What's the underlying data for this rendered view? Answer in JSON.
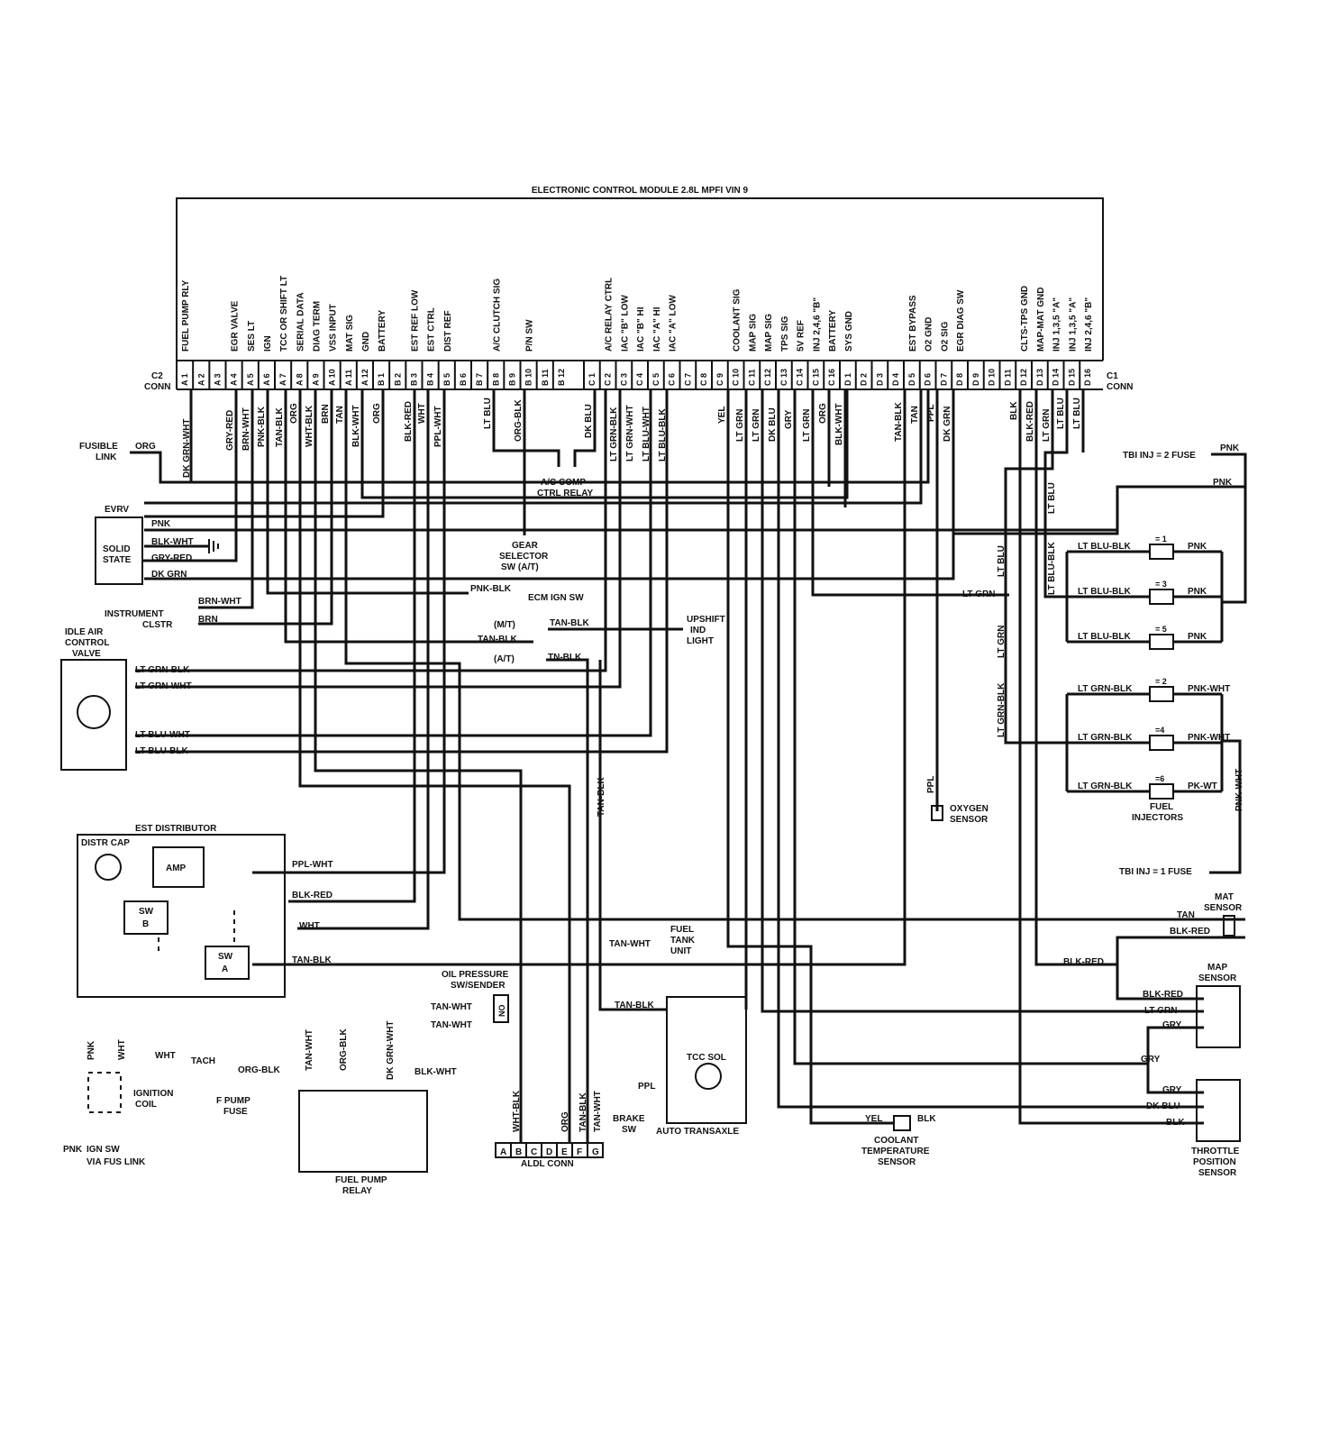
{
  "ecm": {
    "title": "ELECTRONIC CONTROL MODULE 2.8L MPFI VIN 9",
    "c2_label": [
      "C2",
      "CONN"
    ],
    "c1_label": [
      "C1",
      "CONN"
    ],
    "c2_pins": [
      {
        "pin": "A 1",
        "func": "FUEL PUMP RLY"
      },
      {
        "pin": "A 2",
        "func": ""
      },
      {
        "pin": "A 3",
        "func": ""
      },
      {
        "pin": "A 4",
        "func": "EGR VALVE"
      },
      {
        "pin": "A 5",
        "func": "SES LT"
      },
      {
        "pin": "A 6",
        "func": "IGN"
      },
      {
        "pin": "A 7",
        "func": "TCC OR SHIFT LT"
      },
      {
        "pin": "A 8",
        "func": "SERIAL DATA"
      },
      {
        "pin": "A 9",
        "func": "DIAG TERM"
      },
      {
        "pin": "A 10",
        "func": "VSS INPUT"
      },
      {
        "pin": "A 11",
        "func": "MAT SIG"
      },
      {
        "pin": "A 12",
        "func": "GND"
      },
      {
        "pin": "B 1",
        "func": "BATTERY"
      },
      {
        "pin": "B 2",
        "func": ""
      },
      {
        "pin": "B 3",
        "func": "EST REF LOW"
      },
      {
        "pin": "B 4",
        "func": "EST CTRL"
      },
      {
        "pin": "B 5",
        "func": "DIST REF"
      },
      {
        "pin": "B 6",
        "func": ""
      },
      {
        "pin": "B 7",
        "func": ""
      },
      {
        "pin": "B 8",
        "func": "A/C CLUTCH SIG"
      },
      {
        "pin": "B 9",
        "func": ""
      },
      {
        "pin": "B 10",
        "func": "P/N SW"
      },
      {
        "pin": "B 11",
        "func": ""
      },
      {
        "pin": "B 12",
        "func": ""
      }
    ],
    "c1_pins": [
      {
        "pin": "C 1",
        "func": ""
      },
      {
        "pin": "C 2",
        "func": "A/C RELAY CTRL"
      },
      {
        "pin": "C 3",
        "func": "IAC \"B\" LOW"
      },
      {
        "pin": "C 4",
        "func": "IAC \"B\" HI"
      },
      {
        "pin": "C 5",
        "func": "IAC \"A\" HI"
      },
      {
        "pin": "C 6",
        "func": "IAC \"A\" LOW"
      },
      {
        "pin": "C 7",
        "func": ""
      },
      {
        "pin": "C 8",
        "func": ""
      },
      {
        "pin": "C 9",
        "func": ""
      },
      {
        "pin": "C 10",
        "func": "COOLANT SIG"
      },
      {
        "pin": "C 11",
        "func": "MAP SIG"
      },
      {
        "pin": "C 12",
        "func": "MAP SIG"
      },
      {
        "pin": "C 13",
        "func": "TPS SIG"
      },
      {
        "pin": "C 14",
        "func": "5V REF"
      },
      {
        "pin": "C 15",
        "func": "INJ 2,4,6 \"B\""
      },
      {
        "pin": "C 16",
        "func": "BATTERY"
      },
      {
        "pin": "D 1",
        "func": "SYS GND"
      },
      {
        "pin": "D 2",
        "func": ""
      },
      {
        "pin": "D 3",
        "func": ""
      },
      {
        "pin": "D 4",
        "func": ""
      },
      {
        "pin": "D 5",
        "func": "EST BYPASS"
      },
      {
        "pin": "D 6",
        "func": "O2 GND"
      },
      {
        "pin": "D 7",
        "func": "O2 SIG"
      },
      {
        "pin": "D 8",
        "func": "EGR DIAG SW"
      },
      {
        "pin": "D 9",
        "func": ""
      },
      {
        "pin": "D 10",
        "func": ""
      },
      {
        "pin": "D 11",
        "func": ""
      },
      {
        "pin": "D 12",
        "func": "CLTS-TPS GND"
      },
      {
        "pin": "D 13",
        "func": "MAP-MAT GND"
      },
      {
        "pin": "D 14",
        "func": "INJ 1,3,5 \"A\""
      },
      {
        "pin": "D 15",
        "func": "INJ 1,3,5 \"A\""
      },
      {
        "pin": "D 16",
        "func": "INJ 2,4,6 \"B\""
      }
    ]
  },
  "wires": {
    "A1": "DK GRN-WHT",
    "A4": "GRY-RED",
    "A5": "BRN-WHT",
    "A6": "PNK-BLK",
    "A7": "TAN-BLK",
    "A8": "ORG",
    "A9": "WHT-BLK",
    "A10": "BRN",
    "A11": "TAN",
    "A12": "BLK-WHT",
    "B1": "ORG",
    "B3": "BLK-RED",
    "B4": "WHT",
    "B5": "PPL-WHT",
    "B8": "LT BLU",
    "B10": "ORG-BLK",
    "C2": "DK BLU",
    "C3": "LT GRN-BLK",
    "C4": "LT GRN-WHT",
    "C5": "LT BLU-WHT",
    "C6": "LT BLU-BLK",
    "C10": "YEL",
    "C11": "LT GRN",
    "C12": "LT GRN",
    "C13": "DK BLU",
    "C14": "GRY",
    "C15": "LT GRN",
    "C16": "ORG",
    "D1": "BLK-WHT",
    "D5": "TAN-BLK",
    "D6": "TAN",
    "D7": "PPL",
    "D8": "DK GRN",
    "D12": "BLK",
    "D13": "BLK-RED",
    "D14": "LT GRN",
    "D15": "LT BLU",
    "D16": "LT BLU"
  },
  "labels": {
    "fusible_link": [
      "FUSIBLE",
      "LINK"
    ],
    "fusible_wire": "ORG",
    "evrv": "EVRV",
    "solid_state": [
      "SOLID",
      "STATE"
    ],
    "evrv_wires": [
      "PNK",
      "BLK-WHT",
      "GRY-RED",
      "DK GRN"
    ],
    "instrument_clstr": [
      "INSTRUMENT",
      "CLSTR"
    ],
    "clstr_wires": [
      "BRN-WHT",
      "BRN"
    ],
    "idle_air": [
      "IDLE AIR",
      "CONTROL",
      "VALVE"
    ],
    "iac_wires": [
      "LT GRN-BLK",
      "LT GRN-WHT",
      "LT BLU-WHT",
      "LT BLU-BLK"
    ],
    "ac_comp": [
      "A/C COMP",
      "CTRL RELAY"
    ],
    "gear_selector": [
      "GEAR",
      "SELECTOR",
      "SW (A/T)"
    ],
    "ecm_ign": "ECM IGN SW",
    "ecm_ign_wire": "PNK-BLK",
    "upshift": [
      "UPSHIFT",
      "IND",
      "LIGHT"
    ],
    "mt": "(M/T)",
    "at": "(A/T)",
    "upshift_wires": [
      "TAN-BLK",
      "TAN-BLK",
      "TN-BLK"
    ],
    "vertical_tan_blk": "TAN-BLK",
    "est_distributor": "EST DISTRIBUTOR",
    "distr_cap": "DISTR CAP",
    "amp": "AMP",
    "sw_b": [
      "SW",
      "B"
    ],
    "sw_a": [
      "SW",
      "A"
    ],
    "dist_wires": [
      "PPL-WHT",
      "BLK-RED",
      "WHT",
      "TAN-BLK"
    ],
    "coil_wires": [
      "PNK",
      "WHT"
    ],
    "tach": "TACH",
    "tach_wire": "WHT",
    "ignition_coil": [
      "IGNITION",
      "COIL"
    ],
    "ign_sw": [
      "IGN SW",
      "VIA FUS LINK"
    ],
    "ign_sw_wire": "PNK",
    "fuel_tank": [
      "FUEL",
      "TANK",
      "UNIT"
    ],
    "fuel_tank_wire": "TAN-WHT",
    "oil_pressure": [
      "OIL PRESSURE",
      "SW/SENDER"
    ],
    "oil_wires": [
      "TAN-WHT",
      "TAN-WHT"
    ],
    "no": "NO",
    "f_pump_fuse": [
      "F PUMP",
      "FUSE"
    ],
    "f_pump_wire": "ORG-BLK",
    "fuel_pump_relay": [
      "FUEL PUMP",
      "RELAY"
    ],
    "relay_wires": [
      "TAN-WHT",
      "ORG-BLK",
      "DK GRN-WHT",
      "BLK-WHT"
    ],
    "aldl_conn": "ALDL CONN",
    "aldl_pins": [
      "A",
      "B",
      "C",
      "D",
      "E",
      "F",
      "G"
    ],
    "aldl_wires": [
      "WHT-BLK",
      "ORG",
      "TAN-BLK",
      "TAN-WHT"
    ],
    "tcc_wire": "TAN-BLK",
    "tcc_sol": "TCC SOL",
    "brake_sw": [
      "BRAKE",
      "SW"
    ],
    "brake_wire": "PPL",
    "auto_transaxle": "AUTO TRANSAXLE",
    "coolant_sensor": [
      "COOLANT",
      "TEMPERATURE",
      "SENSOR"
    ],
    "coolant_wires": [
      "YEL",
      "BLK"
    ],
    "oxygen_sensor": [
      "OXYGEN",
      "SENSOR"
    ],
    "oxygen_wire": "PPL",
    "tbi_inj2": "TBI INJ = 2 FUSE",
    "tbi_inj1": "TBI INJ = 1 FUSE",
    "pnk": "PNK",
    "injectors_a": [
      {
        "wire_in": "LT BLU-BLK",
        "num": "= 1",
        "wire_out": "PNK"
      },
      {
        "wire_in": "LT BLU-BLK",
        "num": "= 3",
        "wire_out": "PNK"
      },
      {
        "wire_in": "LT BLU-BLK",
        "num": "= 5",
        "wire_out": "PNK"
      }
    ],
    "injectors_b": [
      {
        "wire_in": "LT GRN-BLK",
        "num": "= 2",
        "wire_out": "PNK-WHT"
      },
      {
        "wire_in": "LT GRN-BLK",
        "num": "=4",
        "wire_out": "PNK-WHT"
      },
      {
        "wire_in": "LT GRN-BLK",
        "num": "=6",
        "wire_out": "PK-WT"
      }
    ],
    "pnk_wht_vertical": "PNK-WHT",
    "fuel_injectors": [
      "FUEL",
      "INJECTORS"
    ],
    "right_vertical": [
      "LT BLU",
      "LT BLU-BLK",
      "LT BLU",
      "LT GRN",
      "LT GRN-BLK"
    ],
    "lt_grn_horiz": "LT GRN",
    "mat_sensor": [
      "MAT",
      "SENSOR"
    ],
    "mat_wires": [
      "TAN",
      "BLK-RED"
    ],
    "map_sensor": [
      "MAP",
      "SENSOR"
    ],
    "map_wires": [
      "BLK-RED",
      "BLK-RED",
      "LT GRN",
      "GRY"
    ],
    "tps_wires": [
      "GRY",
      "GRY",
      "DK BLU",
      "BLK"
    ],
    "throttle_sensor": [
      "THROTTLE",
      "POSITION",
      "SENSOR"
    ]
  }
}
